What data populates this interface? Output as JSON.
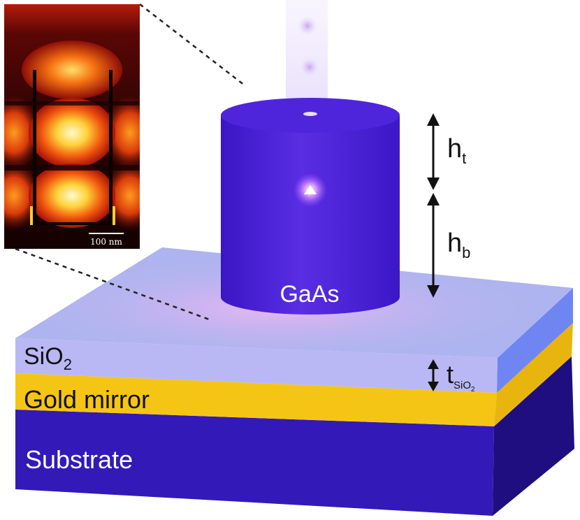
{
  "labels": {
    "gaas": "GaAs",
    "sio2_main": "SiO",
    "sio2_sub": "2",
    "gold": "Gold mirror",
    "substrate": "Substrate",
    "ht_main": "h",
    "ht_sub": "t",
    "hb_main": "h",
    "hb_sub": "b",
    "t_main": "t",
    "t_sub_main": "SiO",
    "t_sub_sub": "2",
    "scalebar": "100 nm"
  },
  "colors": {
    "substrate_front": "#3319b8",
    "substrate_side": "#1e0e80",
    "gold_front": "#f5c516",
    "gold_side": "#e8b50f",
    "sio2_front": "#b9b8f5",
    "sio2_top": "#aeb4ef",
    "sio2_side": "#6f86f2",
    "pillar": "#4a22d6",
    "glow": "#d58cf0"
  }
}
